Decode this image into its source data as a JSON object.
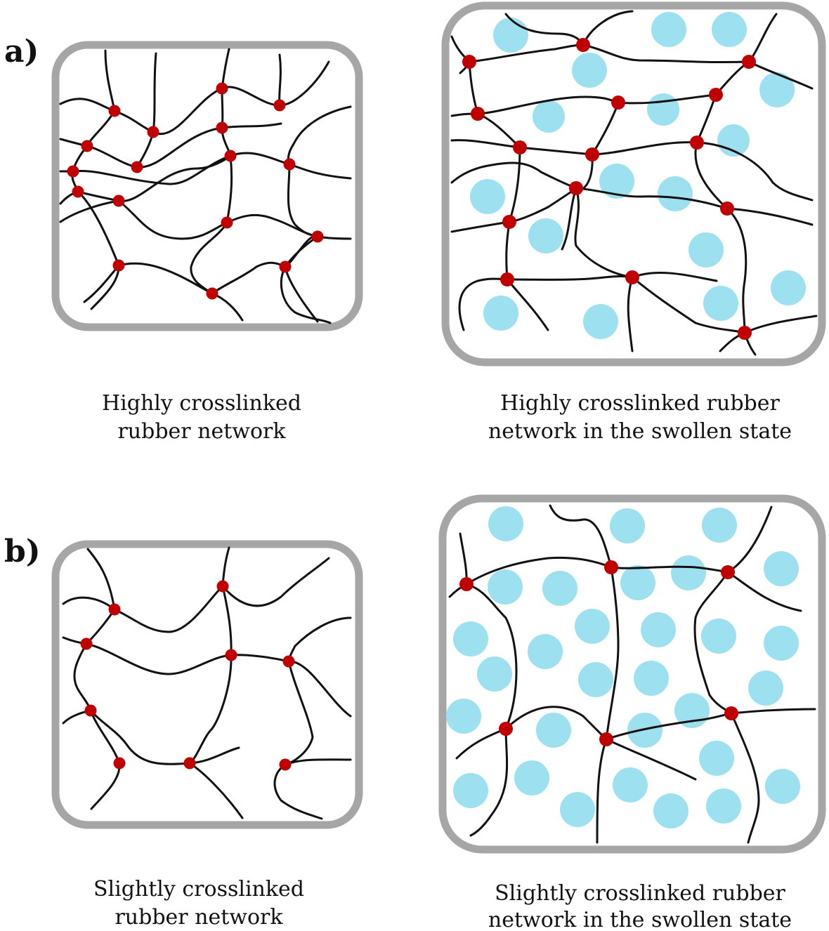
{
  "panels": {
    "a": {
      "label": "a)",
      "left_caption": [
        "Highly crosslinked",
        "rubber network"
      ],
      "right_caption": [
        "Highly crosslinked rubber",
        "network in the swollen state"
      ]
    },
    "b": {
      "label": "b)",
      "left_caption": [
        "Slightly crosslinked",
        "rubber network"
      ],
      "right_caption": [
        "Slightly crosslinked rubber",
        "network in the swollen state"
      ]
    }
  },
  "colors": {
    "frame": "#a6a6a6",
    "chain": "#111111",
    "crosslink": "#c00000",
    "solvent": "#9de1f0"
  }
}
